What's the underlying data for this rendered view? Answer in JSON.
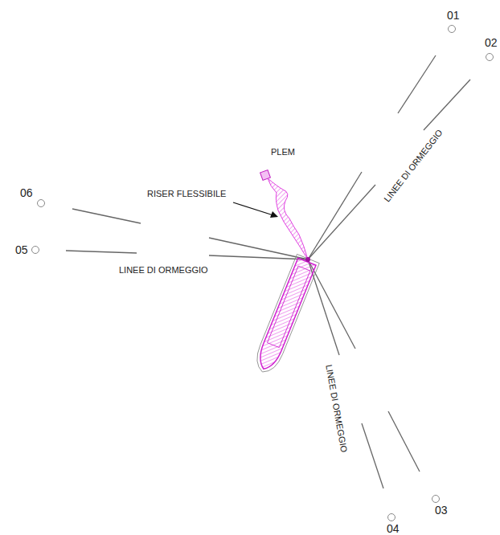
{
  "diagram": {
    "labels": [
      "01",
      "02",
      "PLEM",
      "06",
      "RISER FLESSIBILE",
      "05",
      "LINEE DI ORMEGGIO",
      "LINEE DI ORMEGGIO",
      "LINEE DI ORMEGGIO",
      "03",
      "04"
    ]
  }
}
